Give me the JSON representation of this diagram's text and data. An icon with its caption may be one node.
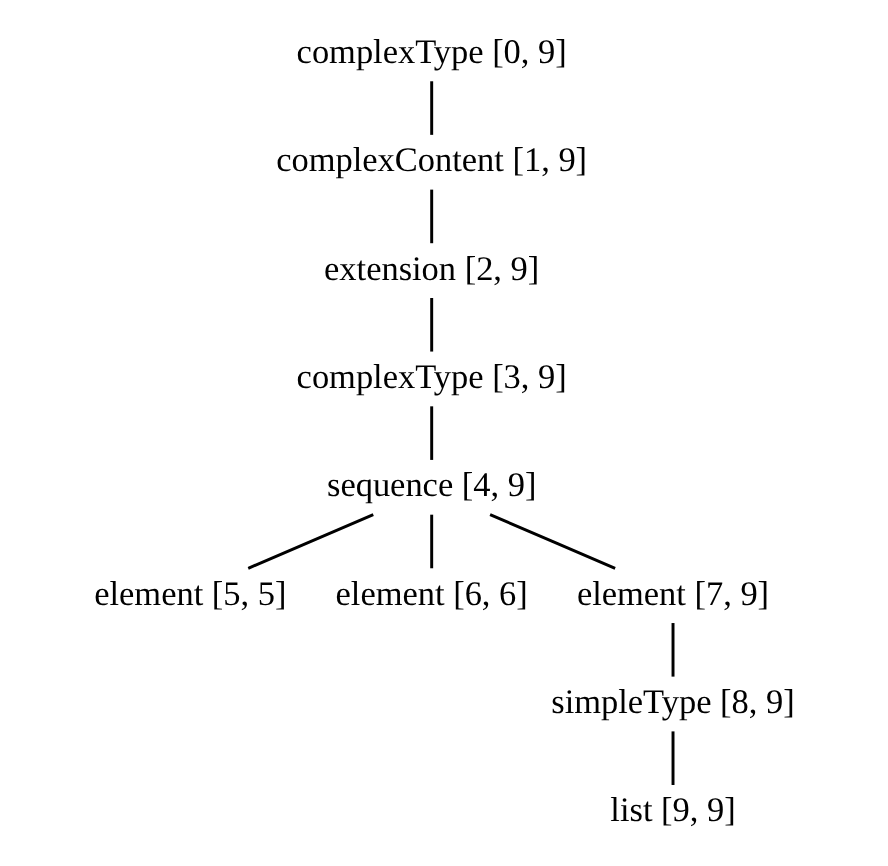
{
  "diagram": {
    "nodes": [
      {
        "text": [
          "complexType [0, 9]"
        ]
      },
      {
        "text": [
          "complexContent [1, 9]"
        ]
      },
      {
        "text": [
          "extension [2, 9]"
        ]
      },
      {
        "text": [
          "complexType [3, 9]"
        ]
      },
      {
        "text": [
          "sequence [4, 9]"
        ]
      },
      {
        "text": [
          "element [5, 5]"
        ]
      },
      {
        "text": [
          "element [6, 6]"
        ]
      },
      {
        "text": [
          "element [7, 9]"
        ]
      },
      {
        "text": [
          "simpleType [8, 9]"
        ]
      },
      {
        "text": [
          "list [9, 9]"
        ]
      }
    ],
    "edges": [
      {
        "from": 0,
        "to": 1,
        "arrow": "none"
      },
      {
        "from": 1,
        "to": 2,
        "arrow": "none"
      },
      {
        "from": 2,
        "to": 3,
        "arrow": "none"
      },
      {
        "from": 3,
        "to": 4,
        "arrow": "none"
      },
      {
        "from": 4,
        "to": 5,
        "arrow": "none"
      },
      {
        "from": 4,
        "to": 6,
        "arrow": "none"
      },
      {
        "from": 4,
        "to": 7,
        "arrow": "none"
      },
      {
        "from": 7,
        "to": 8,
        "arrow": "none"
      },
      {
        "from": 8,
        "to": 9,
        "arrow": "none"
      }
    ]
  }
}
